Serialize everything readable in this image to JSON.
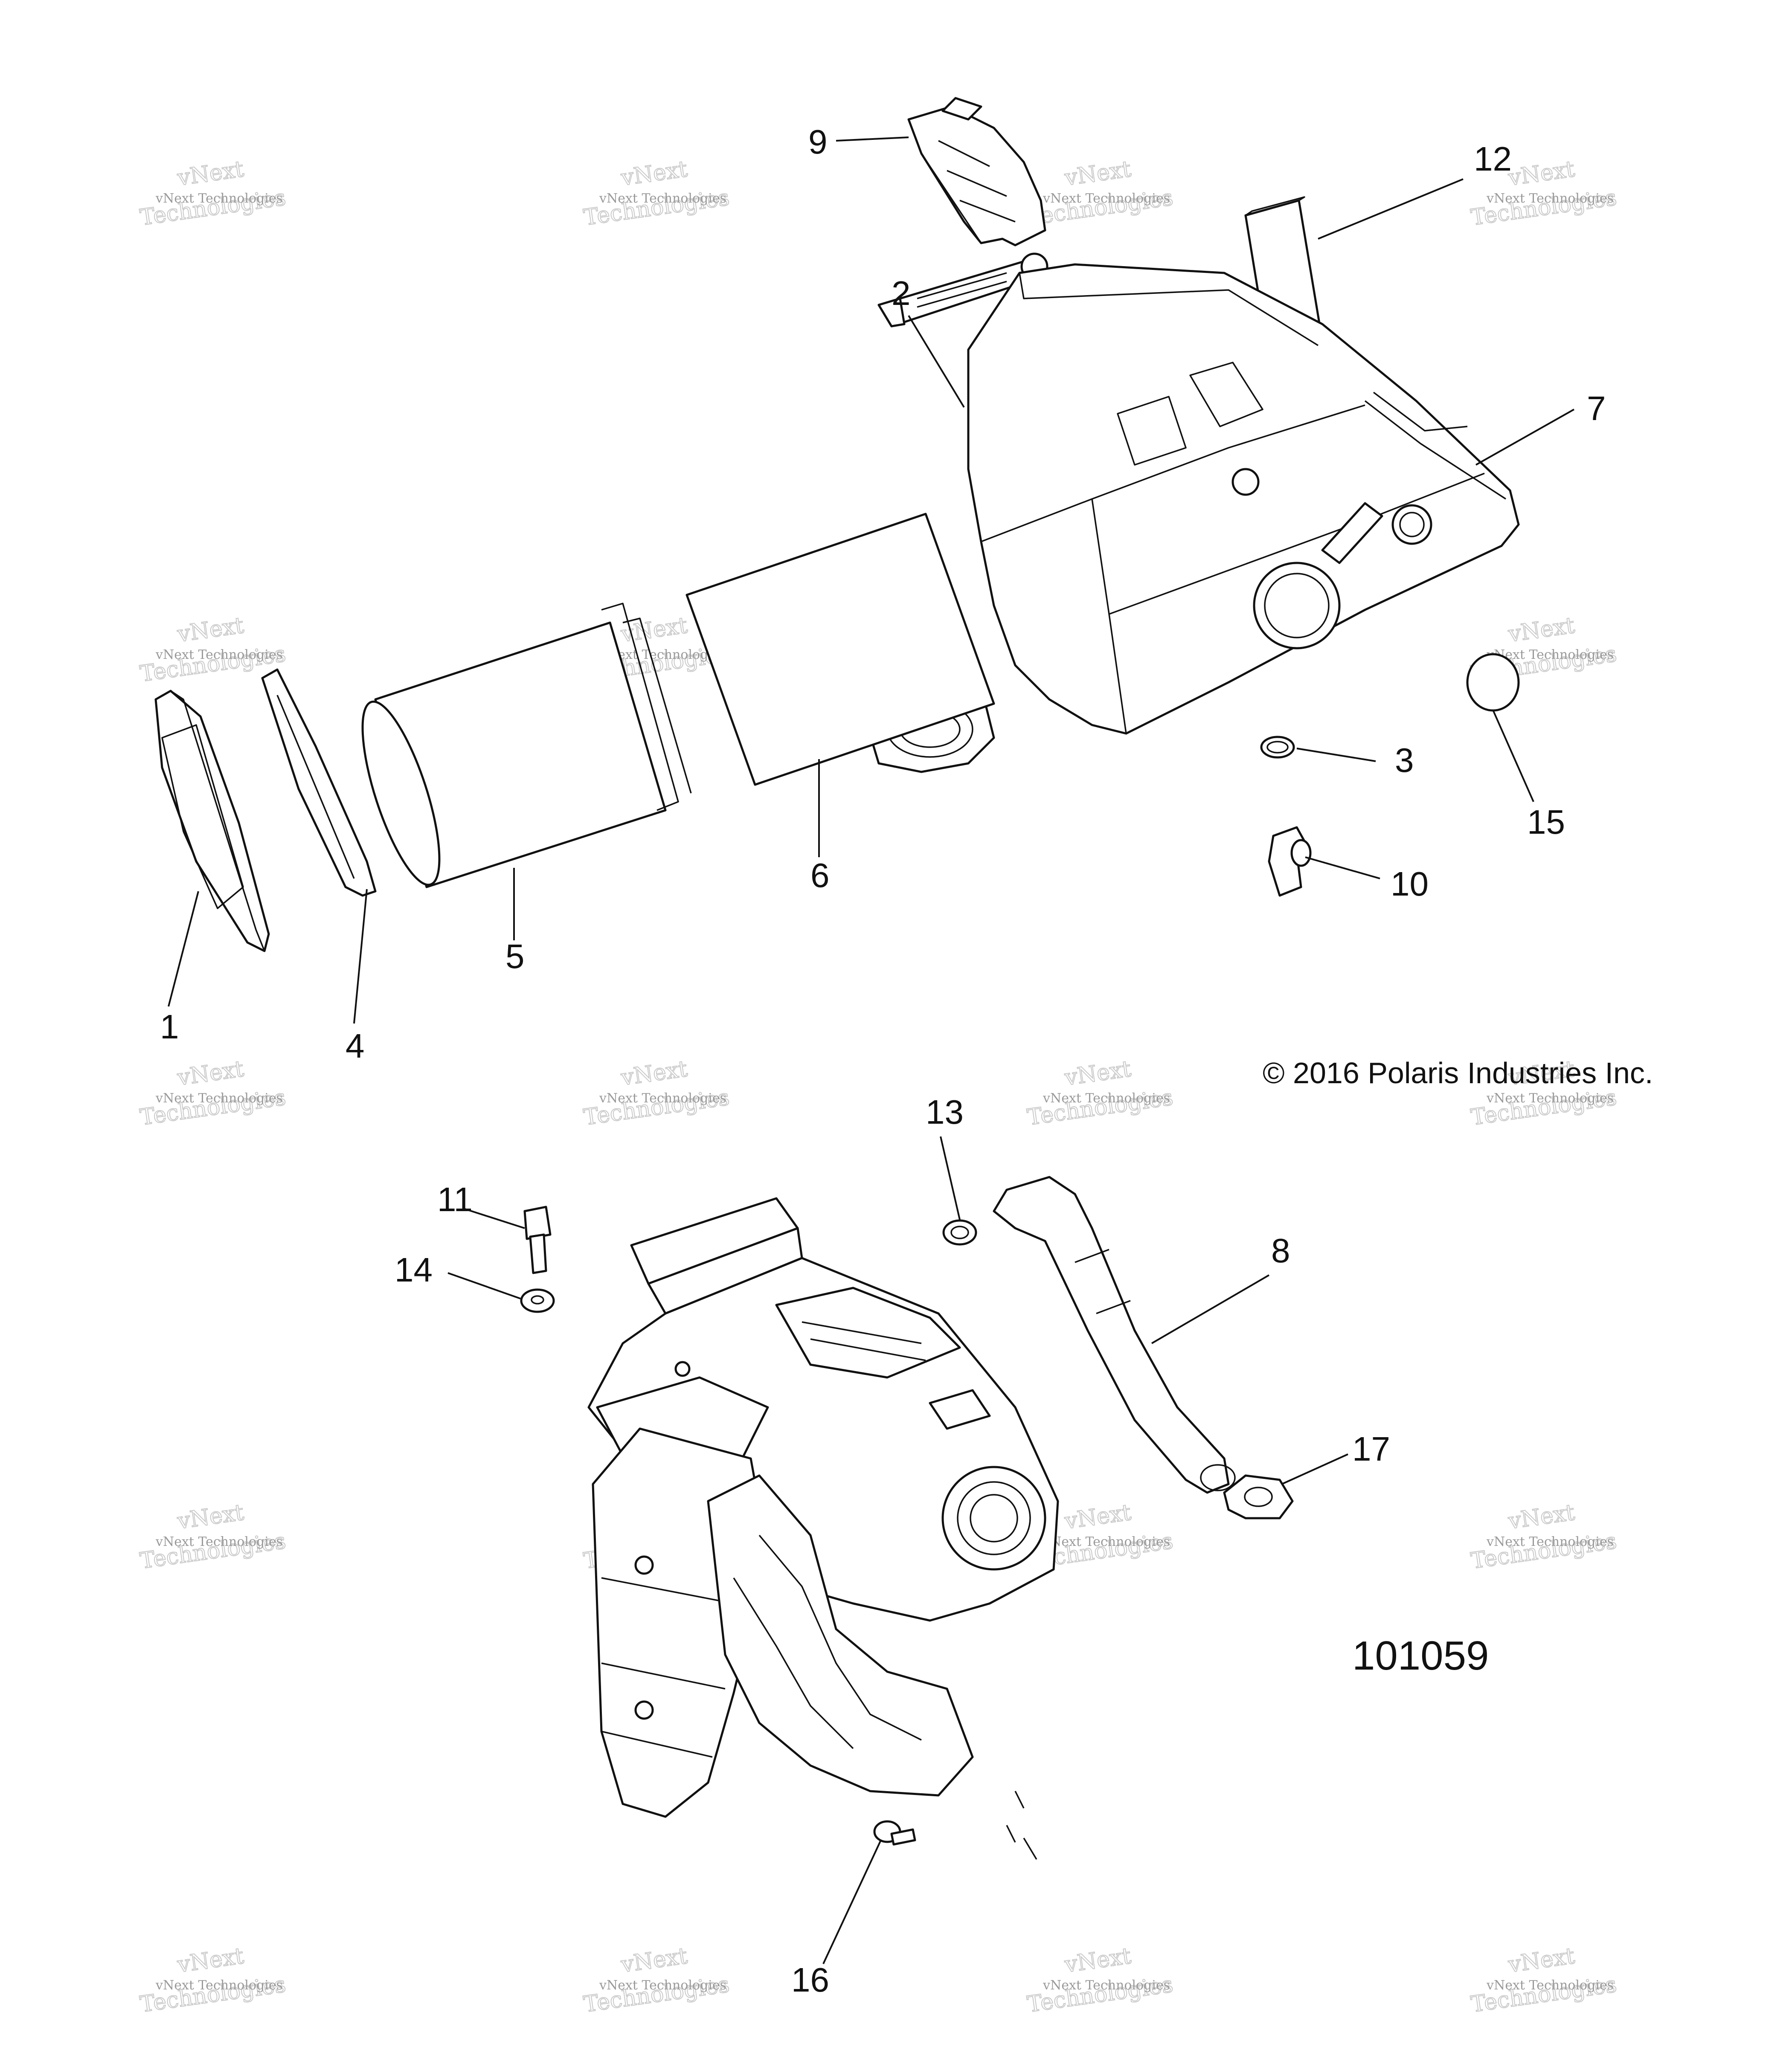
{
  "callouts": [
    {
      "id": "1",
      "label": "1"
    },
    {
      "id": "2",
      "label": "2"
    },
    {
      "id": "3",
      "label": "3"
    },
    {
      "id": "4",
      "label": "4"
    },
    {
      "id": "5",
      "label": "5"
    },
    {
      "id": "6",
      "label": "6"
    },
    {
      "id": "7",
      "label": "7"
    },
    {
      "id": "8",
      "label": "8"
    },
    {
      "id": "9",
      "label": "9"
    },
    {
      "id": "10",
      "label": "10"
    },
    {
      "id": "11",
      "label": "11"
    },
    {
      "id": "12",
      "label": "12"
    },
    {
      "id": "13",
      "label": "13"
    },
    {
      "id": "14",
      "label": "14"
    },
    {
      "id": "15",
      "label": "15"
    },
    {
      "id": "16",
      "label": "16"
    },
    {
      "id": "17",
      "label": "17"
    }
  ],
  "copyright": "© 2016 Polaris Industries Inc.",
  "figure_id": "101059",
  "watermark": {
    "line1": "vNext Technologies",
    "line2": "Technologies",
    "line3": "vNext"
  },
  "colors": {
    "ink": "#111111",
    "watermark": "#9a9a9a",
    "background": "#ffffff"
  }
}
